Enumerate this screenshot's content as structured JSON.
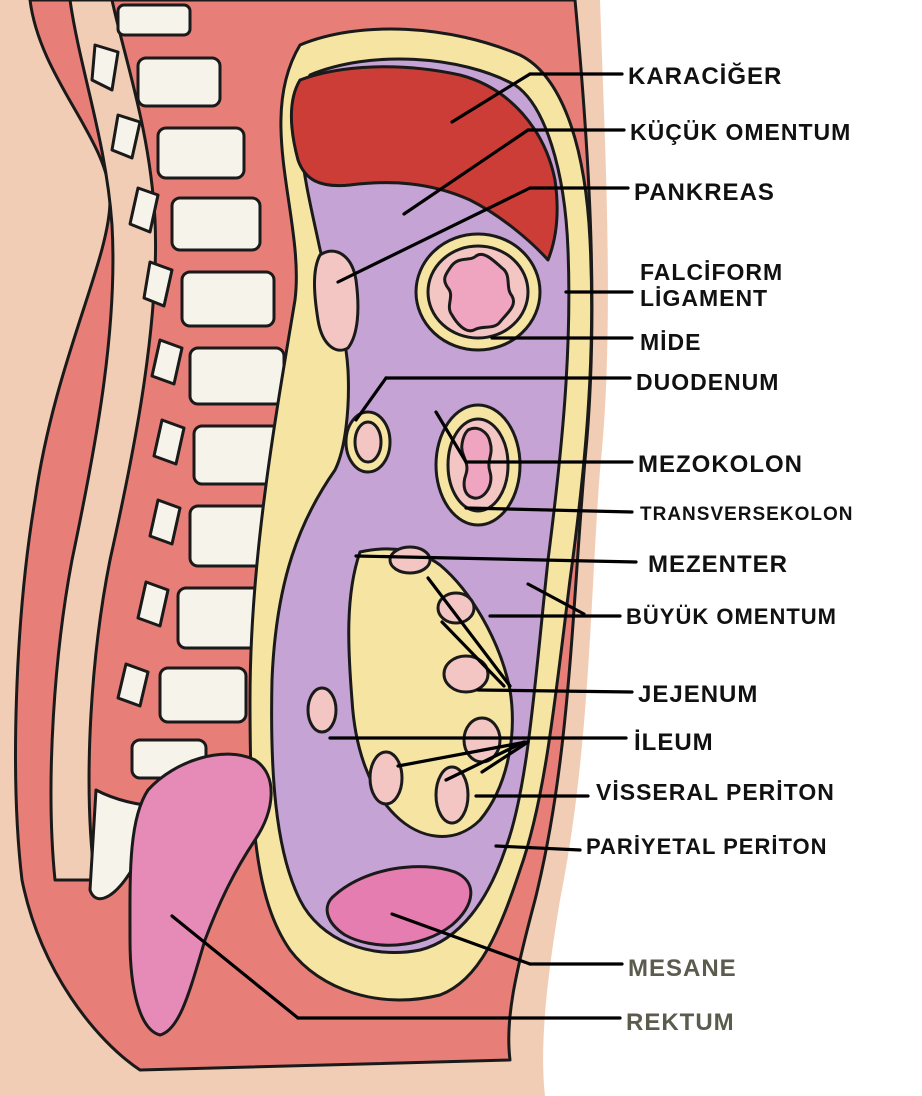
{
  "colors": {
    "body_wall": "#e77f78",
    "skin": "#f2cdb5",
    "vertebra": "#f6f3ea",
    "peritoneum": "#f5e4a2",
    "peritoneal_cavity": "#c6a3d5",
    "liver": "#cb3d36",
    "stomach_wall": "#f3c6c4",
    "stomach_lumen": "#efa4c0",
    "bowel_lumen": "#f2b3c9",
    "bladder": "#e67db0",
    "rectum": "#e68ab8",
    "label_dark": "#111111",
    "label_grey": "#5b5b4e"
  },
  "labels": {
    "karaciger": "KARACİĞER",
    "kucuk_omentum": "KÜÇÜK OMENTUM",
    "pankreas": "PANKREAS",
    "falciform_line1": "FALCİFORM",
    "falciform_line2": "LİGAMENT",
    "mide": "MİDE",
    "duodenum": "DUODENUM",
    "mezokolon": "MEZOKOLON",
    "transversekolon": "TRANSVERSEKOLON",
    "mezenter": "MEZENTER",
    "buyuk_omentum": "BÜYÜK OMENTUM",
    "jejenum": "JEJENUM",
    "ileum": "İLEUM",
    "visseral_periton": "VİSSERAL PERİTON",
    "pariyetal_periton": "PARİYETAL PERİTON",
    "mesane": "MESANE",
    "rektum": "REKTUM"
  }
}
